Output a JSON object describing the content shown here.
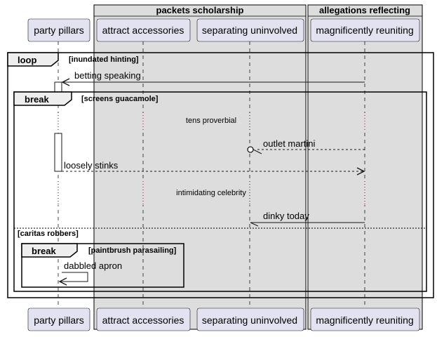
{
  "colors": {
    "group_fill": "#dddddd",
    "group_border": "#000000",
    "participant_fill": "#e2e2f0",
    "participant_border": "#181818",
    "lifeline": "#181818",
    "separator": "#a80036",
    "line": "#181818"
  },
  "groups": [
    {
      "label": "packets scholarship"
    },
    {
      "label": "allegations reflecting"
    }
  ],
  "participants": [
    {
      "label": "party pillars"
    },
    {
      "label": "attract accessories"
    },
    {
      "label": "separating uninvolved"
    },
    {
      "label": "magnificently reuniting"
    }
  ],
  "frames": {
    "loop": {
      "keyword": "loop",
      "condition": "[inundated hinting]"
    },
    "break_outer": {
      "keyword": "break",
      "condition": "[screens guacamole]",
      "else_condition": "[caritas robbers]"
    },
    "break_inner": {
      "keyword": "break",
      "condition": "[paintbrush parasailing]"
    }
  },
  "separators": [
    {
      "text": "tens proverbial"
    },
    {
      "text": "intimidating celebrity"
    }
  ],
  "messages": [
    {
      "text": "betting speaking",
      "from": "magnificently reuniting",
      "to": "party pillars",
      "style": "solid",
      "head": "open"
    },
    {
      "text": "outlet martini",
      "from": "magnificently reuniting",
      "to": "separating uninvolved",
      "style": "dashed",
      "head": "lost-circle"
    },
    {
      "text": "loosely stinks",
      "from": "party pillars",
      "to": "magnificently reuniting",
      "style": "dashed",
      "head": "open"
    },
    {
      "text": "dinky today",
      "from": "magnificently reuniting",
      "to": "separating uninvolved",
      "style": "solid",
      "head": "half"
    },
    {
      "text": "dabbled apron",
      "from": "party pillars",
      "to": "party pillars",
      "style": "solid",
      "head": "open"
    }
  ]
}
